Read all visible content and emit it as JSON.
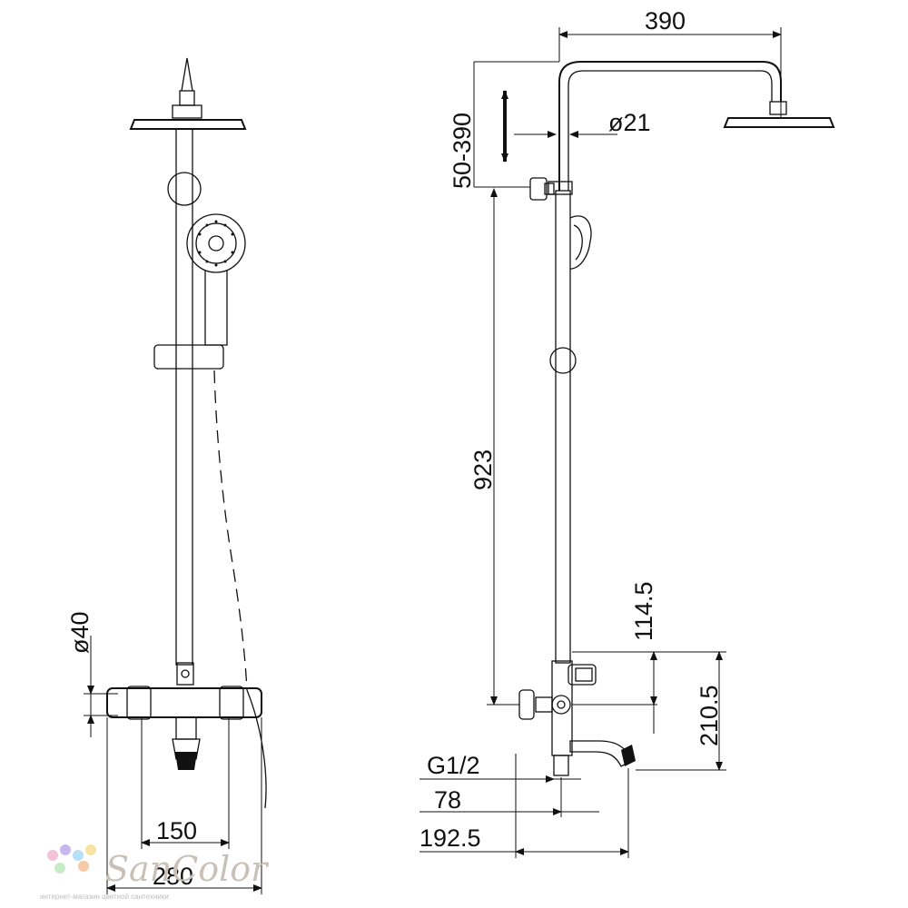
{
  "dimensions": {
    "head_width": "390",
    "arm_range": "50-390",
    "pipe_diameter": "ø21",
    "diameter_40": "ø40",
    "height_923": "923",
    "offset_114_5": "114.5",
    "offset_210_5": "210.5",
    "thread": "G1/2",
    "depth_78": "78",
    "depth_192_5": "192.5",
    "spacing_150": "150",
    "width_280": "280"
  },
  "watermark": {
    "brand": "SanColor",
    "tagline": "интернет-магазин цветной сантехники",
    "dot_colors": [
      "#f4c2d7",
      "#c8b7ec",
      "#b6e0f5",
      "#f7e3a3",
      "#c6ecc3",
      "#f6c9a9"
    ]
  }
}
